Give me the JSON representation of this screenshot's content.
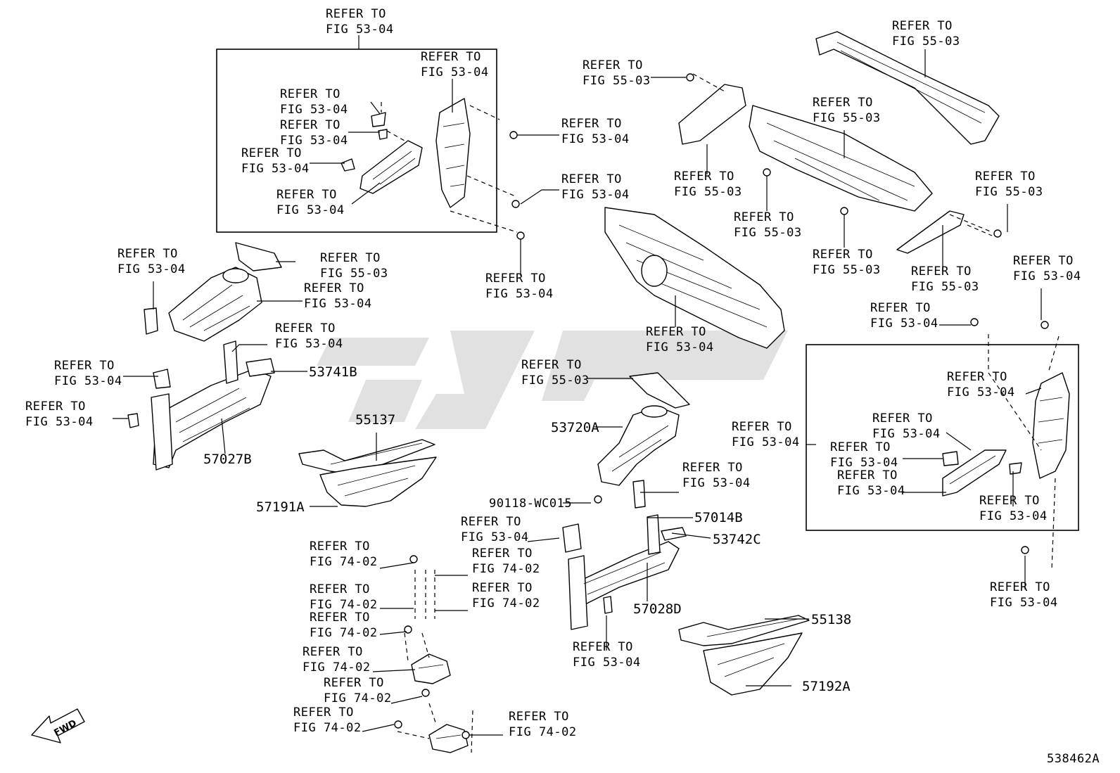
{
  "diagram_id": "538462A",
  "fwd_label": "FWD",
  "refer": {
    "line1": "REFER TO",
    "fig_53_04": "FIG 53-04",
    "fig_55_03": "FIG 55-03",
    "fig_74_02": "FIG 74-02"
  },
  "parts": {
    "p53741B": "53741B",
    "p57027B": "57027B",
    "p55137": "55137",
    "p57191A": "57191A",
    "p53720A": "53720A",
    "p90118": "90118-WC015",
    "p57014B": "57014B",
    "p53742C": "53742C",
    "p57028D": "57028D",
    "p55138": "55138",
    "p57192A": "57192A"
  }
}
